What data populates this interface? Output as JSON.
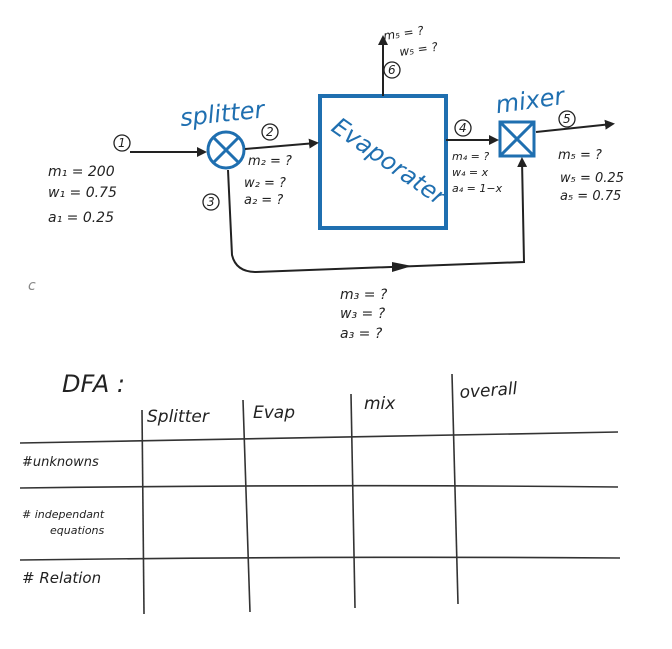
{
  "colors": {
    "blue": "#1f6fb0",
    "ink": "#222222",
    "grid": "#333333",
    "background": "#ffffff"
  },
  "process": {
    "splitter": {
      "label": "splitter"
    },
    "evaporator": {
      "label": "Evaporater"
    },
    "mixer": {
      "label": "mixer"
    }
  },
  "streams": {
    "s1": {
      "num": "1",
      "lines": [
        "m₁ = 200",
        "w₁ = 0.75",
        "a₁ = 0.25"
      ]
    },
    "s2": {
      "num": "2",
      "lines": [
        "m₂ = ?",
        "w₂ = ?",
        "a₂ = ?"
      ]
    },
    "s3": {
      "num": "3",
      "lines": [
        "m₃ = ?",
        "w₃ = ?",
        "a₃ = ?"
      ]
    },
    "s4": {
      "num": "4",
      "lines": [
        "m₄ = ?",
        "w₄ = x",
        "a₄ = 1−x"
      ]
    },
    "s5": {
      "num": "5",
      "lines": [
        "m₅ = ?",
        "w₅ = 0.25",
        "a₅ = 0.75"
      ]
    },
    "s6": {
      "num": "6",
      "lines": [
        "m₅ = ?",
        "w₅ = ?"
      ]
    }
  },
  "dfa": {
    "title": "DFA :",
    "columns": [
      "Splitter",
      "Evap",
      "mix",
      "overall"
    ],
    "rows": [
      {
        "label": [
          "#unknowns"
        ]
      },
      {
        "label": [
          "# independant",
          "equations"
        ]
      },
      {
        "label": [
          "# Relation"
        ]
      }
    ]
  },
  "misc": {
    "stray_mark": "c"
  }
}
